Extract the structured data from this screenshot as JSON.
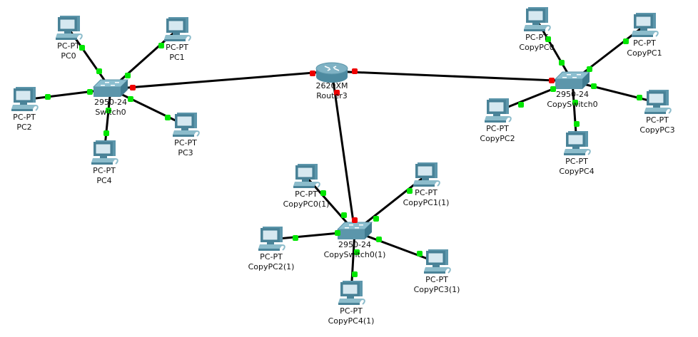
{
  "topology": {
    "colors": {
      "link": "#000000",
      "port_up": "#00e600",
      "port_down": "#ee0000",
      "device_body": "#5c96ab",
      "device_screen": "#d6e8f0",
      "router_body": "#7fb2c4",
      "background": "#ffffff"
    },
    "routers": [
      {
        "id": "router3",
        "model": "2620XM",
        "name": "Router3"
      }
    ],
    "switches": [
      {
        "id": "switch0",
        "model": "2950-24",
        "name": "Switch0"
      },
      {
        "id": "copyswitch0",
        "model": "2950-24",
        "name": "CopySwitch0"
      },
      {
        "id": "copyswitch0_1",
        "model": "2950-24",
        "name": "CopySwitch0(1)"
      }
    ],
    "pcs": [
      {
        "id": "pc0",
        "model": "PC-PT",
        "name": "PC0",
        "switch": "switch0"
      },
      {
        "id": "pc1",
        "model": "PC-PT",
        "name": "PC1",
        "switch": "switch0"
      },
      {
        "id": "pc2",
        "model": "PC-PT",
        "name": "PC2",
        "switch": "switch0"
      },
      {
        "id": "pc3",
        "model": "PC-PT",
        "name": "PC3",
        "switch": "switch0"
      },
      {
        "id": "pc4",
        "model": "PC-PT",
        "name": "PC4",
        "switch": "switch0"
      },
      {
        "id": "cpc0",
        "model": "PC-PT",
        "name": "CopyPC0",
        "switch": "copyswitch0"
      },
      {
        "id": "cpc1",
        "model": "PC-PT",
        "name": "CopyPC1",
        "switch": "copyswitch0"
      },
      {
        "id": "cpc2",
        "model": "PC-PT",
        "name": "CopyPC2",
        "switch": "copyswitch0"
      },
      {
        "id": "cpc3",
        "model": "PC-PT",
        "name": "CopyPC3",
        "switch": "copyswitch0"
      },
      {
        "id": "cpc4",
        "model": "PC-PT",
        "name": "CopyPC4",
        "switch": "copyswitch0"
      },
      {
        "id": "cpc0_1",
        "model": "PC-PT",
        "name": "CopyPC0(1)",
        "switch": "copyswitch0_1"
      },
      {
        "id": "cpc1_1",
        "model": "PC-PT",
        "name": "CopyPC1(1)",
        "switch": "copyswitch0_1"
      },
      {
        "id": "cpc2_1",
        "model": "PC-PT",
        "name": "CopyPC2(1)",
        "switch": "copyswitch0_1"
      },
      {
        "id": "cpc3_1",
        "model": "PC-PT",
        "name": "CopyPC3(1)",
        "switch": "copyswitch0_1"
      },
      {
        "id": "cpc4_1",
        "model": "PC-PT",
        "name": "CopyPC4(1)",
        "switch": "copyswitch0_1"
      }
    ],
    "links": [
      {
        "from": "router3",
        "to": "switch0",
        "status": "down"
      },
      {
        "from": "router3",
        "to": "copyswitch0",
        "status": "down"
      },
      {
        "from": "router3",
        "to": "copyswitch0_1",
        "status": "down"
      },
      {
        "from": "switch0",
        "to": "pc0",
        "status": "up"
      },
      {
        "from": "switch0",
        "to": "pc1",
        "status": "up"
      },
      {
        "from": "switch0",
        "to": "pc2",
        "status": "up"
      },
      {
        "from": "switch0",
        "to": "pc3",
        "status": "up"
      },
      {
        "from": "switch0",
        "to": "pc4",
        "status": "up"
      },
      {
        "from": "copyswitch0",
        "to": "cpc0",
        "status": "up"
      },
      {
        "from": "copyswitch0",
        "to": "cpc1",
        "status": "up"
      },
      {
        "from": "copyswitch0",
        "to": "cpc2",
        "status": "up"
      },
      {
        "from": "copyswitch0",
        "to": "cpc3",
        "status": "up"
      },
      {
        "from": "copyswitch0",
        "to": "cpc4",
        "status": "up"
      },
      {
        "from": "copyswitch0_1",
        "to": "cpc0_1",
        "status": "up"
      },
      {
        "from": "copyswitch0_1",
        "to": "cpc1_1",
        "status": "up"
      },
      {
        "from": "copyswitch0_1",
        "to": "cpc2_1",
        "status": "up"
      },
      {
        "from": "copyswitch0_1",
        "to": "cpc3_1",
        "status": "up"
      },
      {
        "from": "copyswitch0_1",
        "to": "cpc4_1",
        "status": "up"
      }
    ]
  }
}
